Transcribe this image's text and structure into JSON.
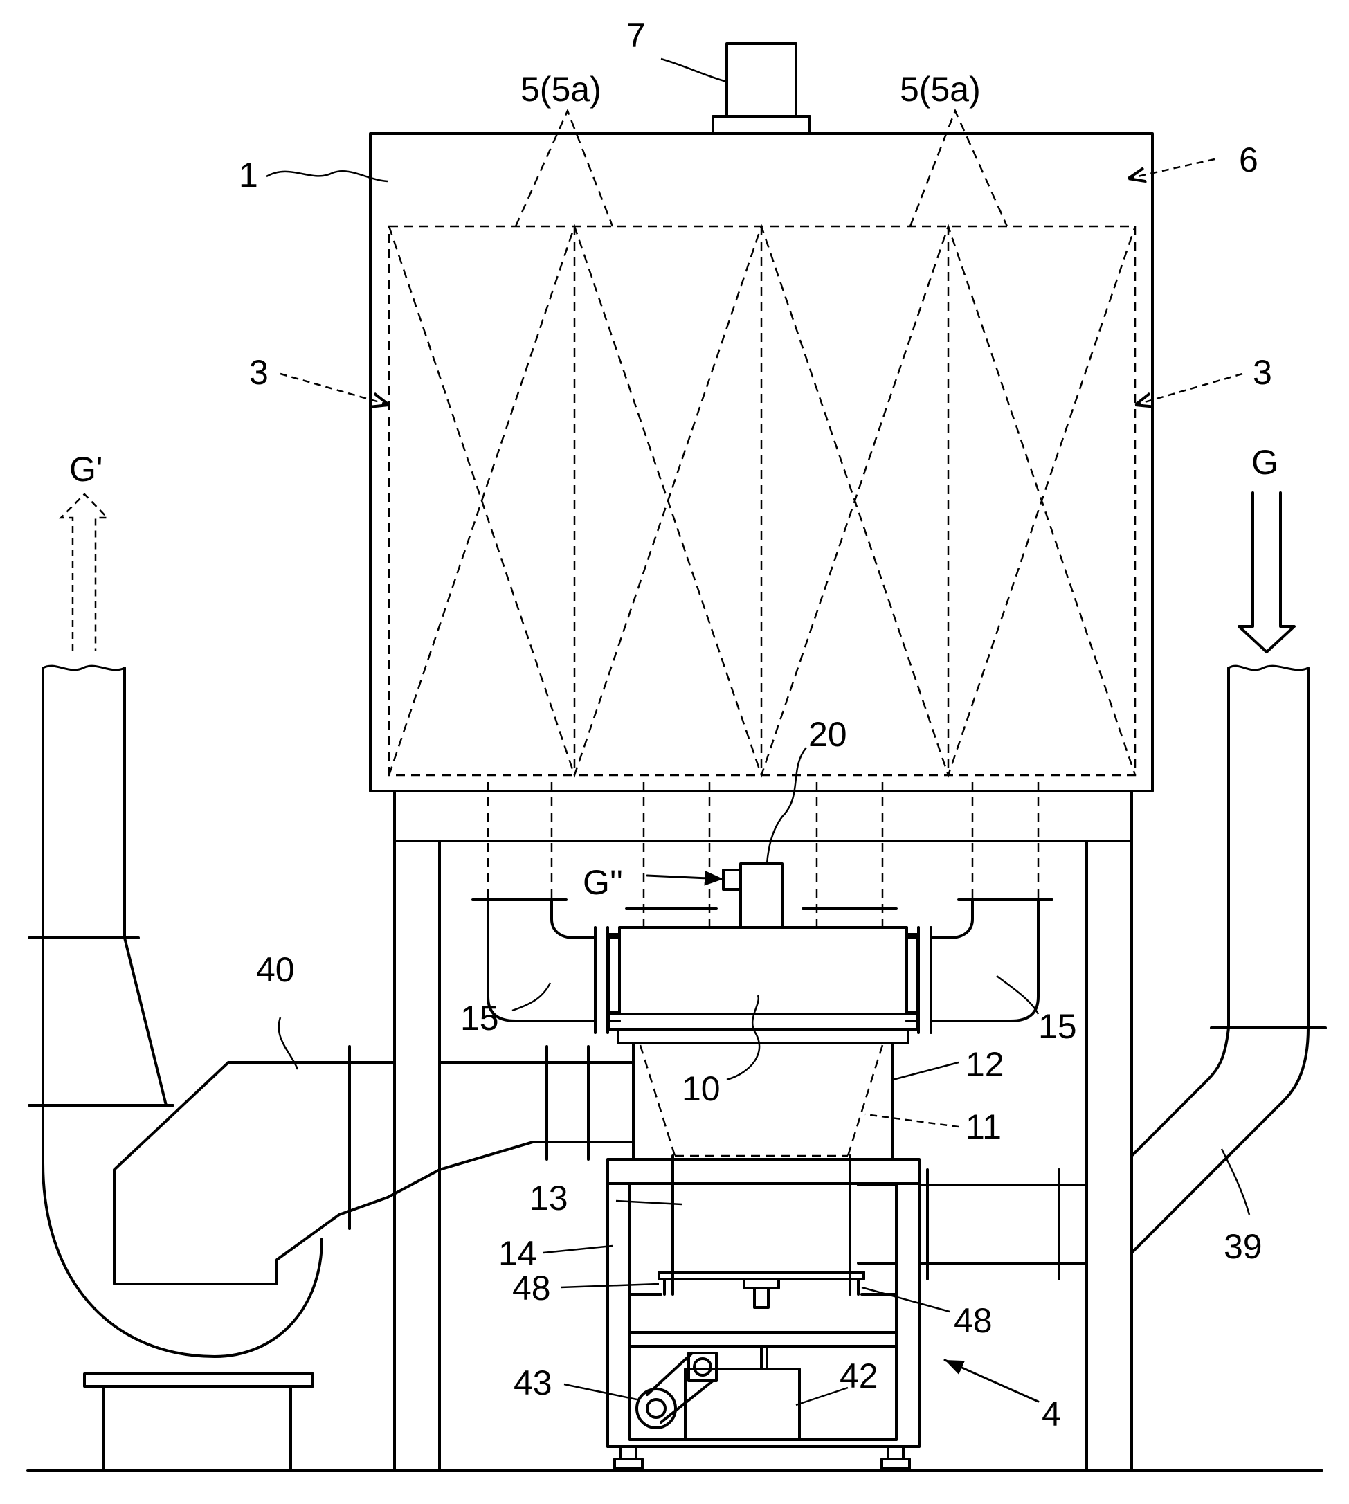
{
  "labels": {
    "l7": "7",
    "l5a": "5(5a)",
    "l5b": "5(5a)",
    "l1": "1",
    "l6": "6",
    "l3a": "3",
    "l3b": "3",
    "lGp": "G'",
    "lG": "G",
    "l20": "20",
    "lGpp": "G''",
    "l40": "40",
    "l15a": "15",
    "l15b": "15",
    "l10": "10",
    "l12": "12",
    "l11": "11",
    "l13": "13",
    "l14": "14",
    "l39": "39",
    "l48a": "48",
    "l48b": "48",
    "l43": "43",
    "l42": "42",
    "l4": "4"
  }
}
